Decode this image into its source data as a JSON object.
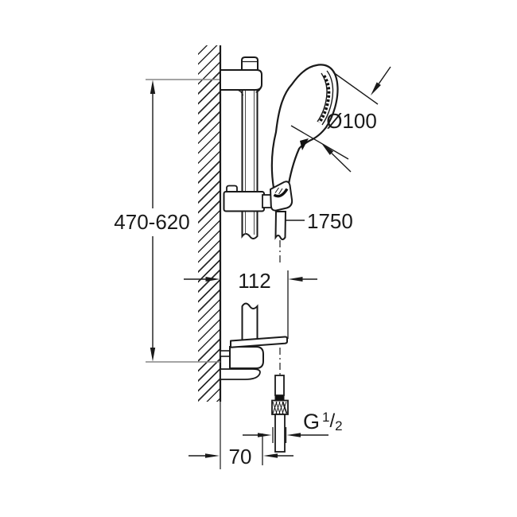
{
  "figure": {
    "background_color": "#ffffff",
    "line_color": "#1a1a1a",
    "extension_line_color": "#858585",
    "labels": {
      "height_range": "470-620",
      "head_diameter": "Ø100",
      "hose_length": "1750",
      "bracket_depth": "112",
      "wall_offset": "70",
      "thread": {
        "prefix": "G",
        "numerator": "1",
        "slash": "/",
        "denominator": "2"
      }
    }
  }
}
